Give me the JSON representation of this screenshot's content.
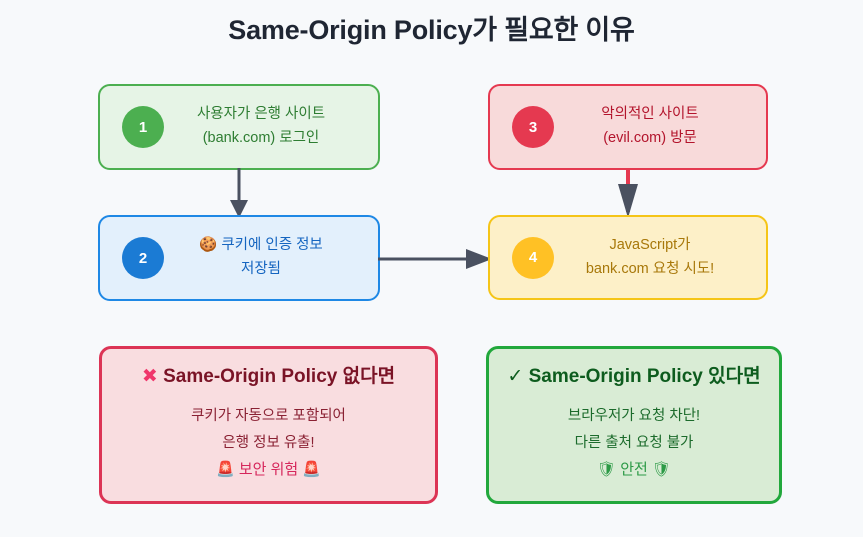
{
  "page": {
    "title": "Same-Origin Policy가 필요한 이유",
    "background_color": "#f7f9fb"
  },
  "flow": {
    "steps": [
      {
        "number": "1",
        "line1": "사용자가 은행 사이트",
        "line2": "(bank.com) 로그인",
        "accent_color": "#4caf50",
        "fill_color": "#e6f4e6"
      },
      {
        "number": "2",
        "line1": "🍪 쿠키에 인증 정보",
        "line2": "저장됨",
        "accent_color": "#1b7bd4",
        "fill_color": "#e3f0fc"
      },
      {
        "number": "3",
        "line1": "악의적인 사이트",
        "line2": "(evil.com) 방문",
        "accent_color": "#e53950",
        "fill_color": "#f8dada"
      },
      {
        "number": "4",
        "line1": "JavaScript가",
        "line2": "bank.com 요청 시도!",
        "accent_color": "#ffc125",
        "fill_color": "#fdf0c8"
      }
    ],
    "connectors": [
      {
        "name": "step1-to-step2",
        "color": "#4a5160",
        "direction": "down"
      },
      {
        "name": "step3-to-step4",
        "color": "#e53950",
        "direction": "down"
      },
      {
        "name": "step2-to-step4",
        "color": "#4a5160",
        "direction": "right"
      }
    ]
  },
  "outcomes": {
    "bad": {
      "mark": "✖",
      "heading": "Same-Origin Policy 없다면",
      "line1": "쿠키가 자동으로 포함되어",
      "line2": "은행 정보 유출!",
      "badge": "🚨 보안 위험 🚨",
      "accent_color": "#dc3455",
      "fill_color": "#f9dde0"
    },
    "good": {
      "mark": "✓",
      "heading": "Same-Origin Policy 있다면",
      "line1": "브라우저가 요청 차단!",
      "line2": "다른 출처 요청 불가",
      "badge": "🛡 안전 🛡",
      "accent_color": "#22a83c",
      "fill_color": "#d9ecd5"
    }
  }
}
